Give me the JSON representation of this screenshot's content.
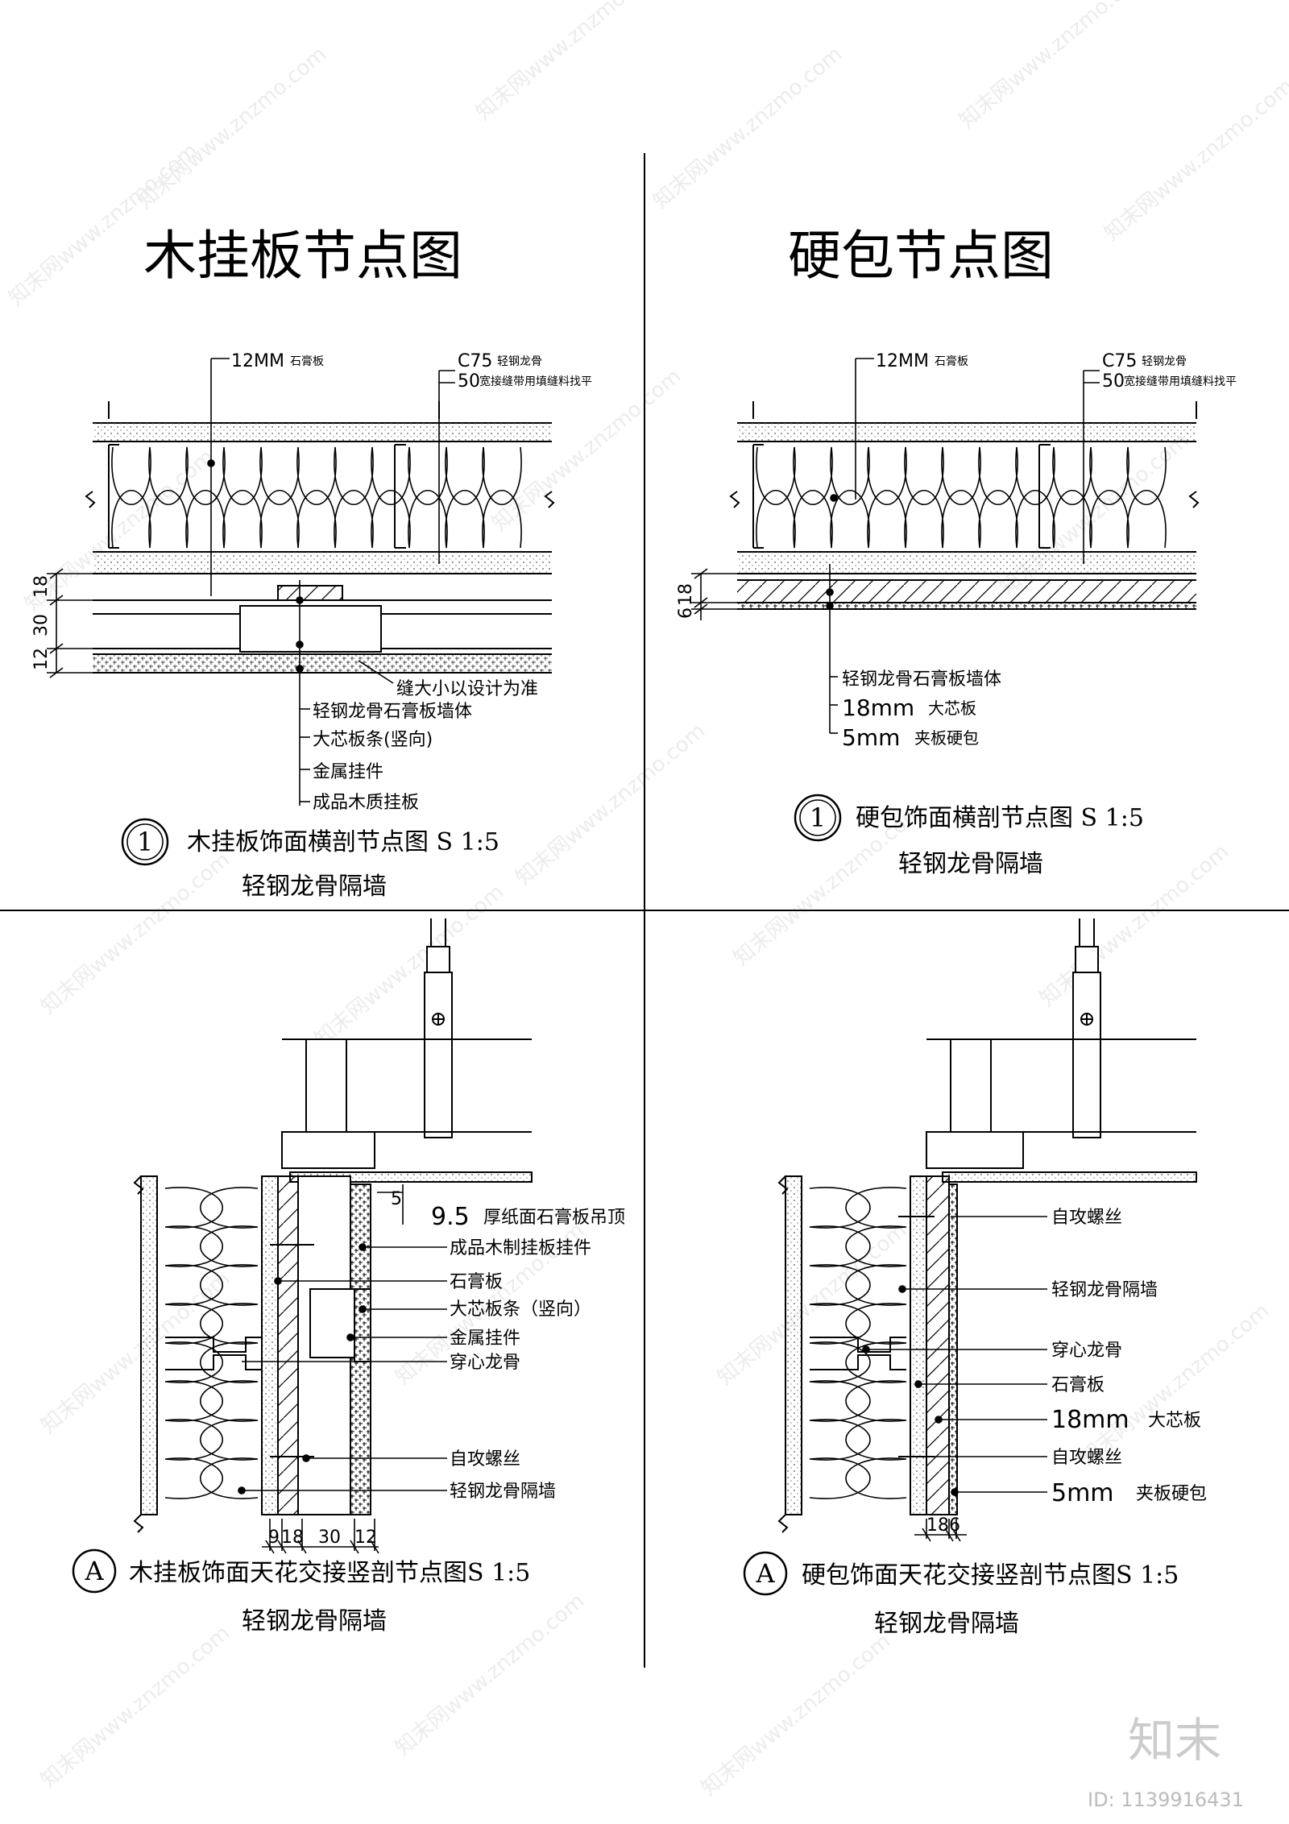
{
  "watermark": {
    "text": "知末网www.znzmo.com"
  },
  "logo": {
    "text": "知末",
    "id_label": "ID: 1139916431"
  },
  "panel_tl": {
    "title": "木挂板节点图",
    "top_label_1": "12MM",
    "top_label_1_sub": "石膏板",
    "top_label_2": "C75",
    "top_label_2_sub": "轻钢龙骨",
    "top_label_3": "50",
    "top_label_3_sub": "宽接缝带用填缝料找平",
    "dims": [
      "18",
      "30",
      "12"
    ],
    "notes": [
      "缝大小以设计为准",
      "轻钢龙骨石膏板墙体",
      "大芯板条(竖向)",
      "金属挂件",
      "成品木质挂板"
    ],
    "marker": "1",
    "caption": "木挂板饰面横剖节点图 S 1:5",
    "subcaption": "轻钢龙骨隔墙"
  },
  "panel_tr": {
    "title": "硬包节点图",
    "top_label_1": "12MM",
    "top_label_1_sub": "石膏板",
    "top_label_2": "C75",
    "top_label_2_sub": "轻钢龙骨",
    "top_label_3": "50",
    "top_label_3_sub": "宽接缝带用填缝料找平",
    "dims": [
      "6",
      "18"
    ],
    "notes": [
      "轻钢龙骨石膏板墙体",
      "18mm",
      "大芯板",
      "5mm",
      "夹板硬包"
    ],
    "marker": "1",
    "caption": "硬包饰面横剖节点图 S 1:5",
    "subcaption": "轻钢龙骨隔墙"
  },
  "panel_bl": {
    "dim_top": "5",
    "notes": [
      "9.5",
      "厚纸面石膏板吊顶",
      "成品木制挂板挂件",
      "石膏板",
      "大芯板条（竖向）",
      "金属挂件",
      "穿心龙骨",
      "自攻螺丝",
      "轻钢龙骨隔墙"
    ],
    "dims": [
      "9",
      "18",
      "30",
      "12"
    ],
    "marker": "A",
    "caption": "木挂板饰面天花交接竖剖节点图S 1:5",
    "subcaption": "轻钢龙骨隔墙"
  },
  "panel_br": {
    "notes": [
      "自攻螺丝",
      "轻钢龙骨隔墙",
      "穿心龙骨",
      "石膏板",
      "18mm",
      "大芯板",
      "自攻螺丝",
      "5mm",
      "夹板硬包"
    ],
    "dims": [
      "18",
      "6"
    ],
    "marker": "A",
    "caption": "硬包饰面天花交接竖剖节点图S 1:5",
    "subcaption": "轻钢龙骨隔墙"
  }
}
